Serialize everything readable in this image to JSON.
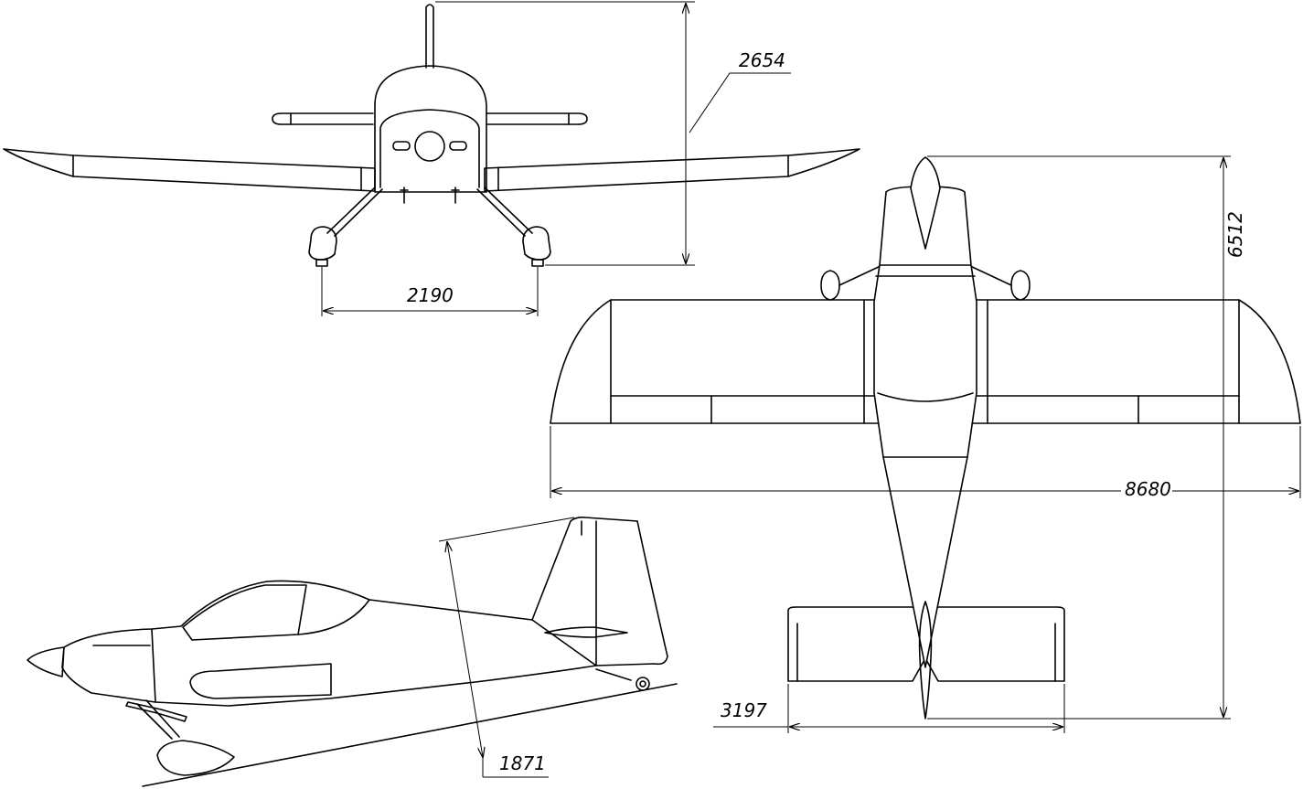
{
  "dimensions": {
    "front_height": "2654",
    "front_track": "2190",
    "top_length": "6512",
    "top_wingspan": "8680",
    "top_tail_span": "3197",
    "side_gear_height": "1871"
  },
  "colors": {
    "ink": "#000000",
    "paper": "#ffffff"
  }
}
